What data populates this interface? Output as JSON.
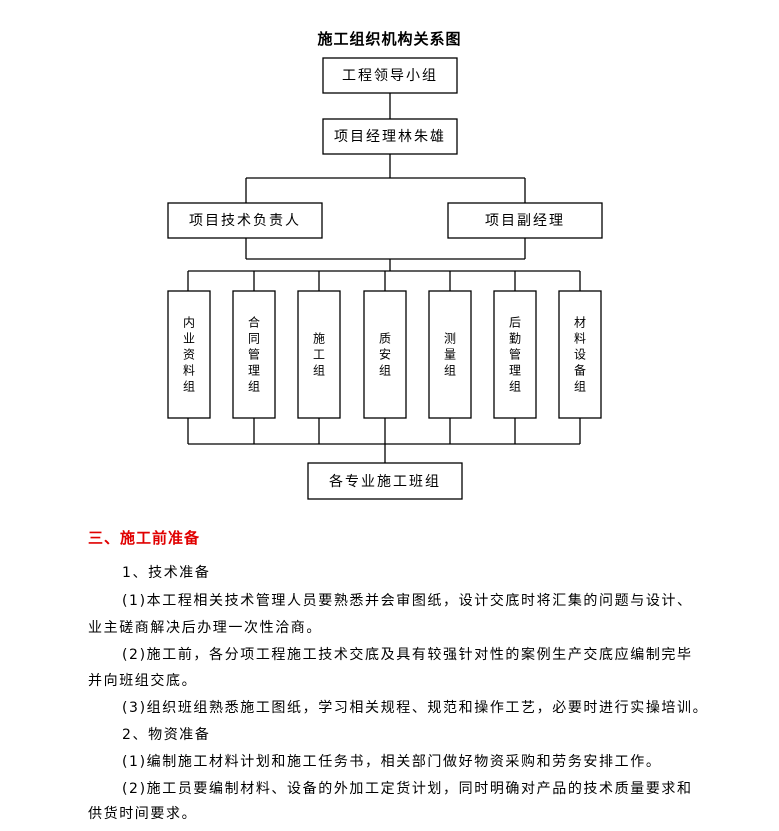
{
  "org_chart": {
    "title": "施工组织机构关系图",
    "leader_group": "工程领导小组",
    "project_manager": "项目经理林朱雄",
    "technical_lead": "项目技术负责人",
    "deputy_manager": "项目副经理",
    "groups": [
      "内业资料组",
      "合同管理组",
      "施工组",
      "质安组",
      "测量组",
      "后勤管理组",
      "材料设备组"
    ],
    "teams": "各专业施工班组"
  },
  "section": {
    "heading": "三、施工前准备",
    "paragraphs": [
      "1、技术准备",
      "(1)本工程相关技术管理人员要熟悉并会审图纸，设计交底时将汇集的问题与设计、",
      "业主磋商解决后办理一次性洽商。",
      "(2)施工前，各分项工程施工技术交底及具有较强针对性的案例生产交底应编制完毕",
      "并向班组交底。",
      "(3)组织班组熟悉施工图纸，学习相关规程、规范和操作工艺，必要时进行实操培训。",
      "2、物资准备",
      "(1)编制施工材料计划和施工任务书，相关部门做好物资采购和劳务安排工作。",
      "(2)施工员要编制材料、设备的外加工定货计划，同时明确对产品的技术质量要求和",
      "供货时间要求。"
    ]
  }
}
